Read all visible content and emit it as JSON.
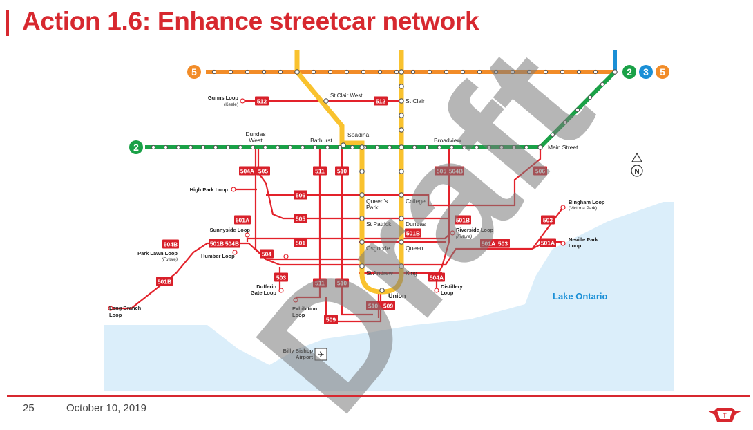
{
  "title": "Action 1.6: Enhance streetcar network",
  "watermark": "Draft",
  "footer": {
    "page_number": "25",
    "date": "October 10, 2019",
    "logo": "TTC"
  },
  "colors": {
    "accent": "#d7282f",
    "line1": "#f9c22e",
    "line2": "#1aa147",
    "line3": "#1a8fd6",
    "line5": "#f28c28",
    "streetcar": "#e3222b",
    "water": "#dbeefa",
    "lake_label": "#1a8fd6"
  },
  "line_badges": {
    "left_5": "5",
    "left_2": "2",
    "right_2": "2",
    "right_3": "3",
    "right_5": "5"
  },
  "stations": [
    "Gunns Loop",
    "(Keele)",
    "St Clair West",
    "St Clair",
    "Dundas",
    "West",
    "Bathurst",
    "Spadina",
    "Broadview",
    "Main Street",
    "High Park Loop",
    "Queen's",
    "Park",
    "College",
    "St Patrick",
    "Dundas",
    "Osgoode",
    "Queen",
    "St Andrew",
    "King",
    "Union",
    "Sunnyside Loop",
    "Park Lawn Loop",
    "(Future)",
    "Humber Loop",
    "Long Branch",
    "Loop",
    "Dufferin",
    "Gate Loop",
    "Exhibition",
    "Loop",
    "Billy Bishop",
    "Airport",
    "Riverside Loop",
    "(Future)",
    "Distillery",
    "Loop",
    "Bingham Loop",
    "(Victoria Park)",
    "Neville Park",
    "Loop"
  ],
  "lake_label": "Lake Ontario",
  "route_badges": [
    "512",
    "512",
    "504A",
    "505",
    "511",
    "510",
    "505",
    "504B",
    "506",
    "506",
    "505",
    "501A",
    "501B",
    "501B",
    "501",
    "504B",
    "501B",
    "504B",
    "504",
    "503",
    "511",
    "510",
    "504A",
    "501A",
    "503",
    "501A",
    "503",
    "501B",
    "510",
    "509",
    "509"
  ],
  "compass": "N",
  "airport_icon": "airplane-icon"
}
